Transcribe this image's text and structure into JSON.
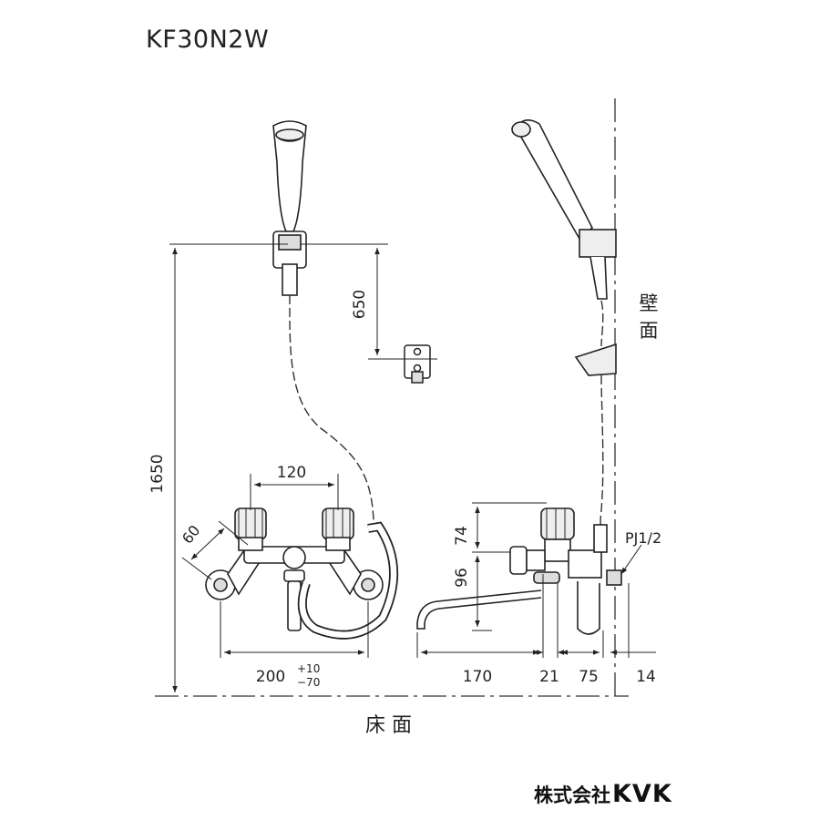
{
  "model": "KF30N2W",
  "brand": {
    "prefix": "株式会社",
    "logo": "KVK"
  },
  "labels": {
    "wall": "壁\n面",
    "floor": "床 面",
    "pipe_thread": "PJ1/2"
  },
  "dimensions": {
    "total_height": "1650",
    "hook_spacing": "650",
    "handle_spacing": "120",
    "handle_offset": "60",
    "inlet_pitch": "200",
    "tolerance_plus": "+10",
    "tolerance_minus": "−70",
    "spout_reach": "170",
    "body_depth_a": "21",
    "body_depth_b": "75",
    "wall_gap": "14",
    "valve_height_upper": "74",
    "valve_height_lower": "96"
  }
}
